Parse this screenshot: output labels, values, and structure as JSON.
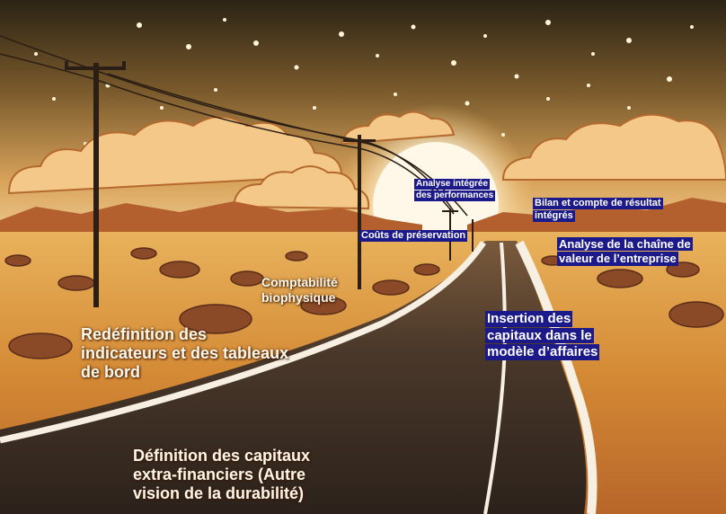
{
  "labels": {
    "redefinition": [
      "Redéfinition des",
      "indicateurs et des tableaux",
      "de bord"
    ],
    "definition_capitaux": [
      "Définition des capitaux",
      "extra-financiers (Autre",
      "vision de la durabilité)"
    ],
    "comptabilite": [
      "Comptabilité",
      "biophysique"
    ],
    "couts": [
      "Coûts de préservation"
    ],
    "analyse_integree": [
      "Analyse intégrée",
      "des performances"
    ],
    "bilan": [
      "Bilan et compte de résultat",
      "intégrés"
    ],
    "chaine_valeur": [
      "Analyse de la chaîne de",
      "valeur de l’entreprise"
    ],
    "insertion": [
      "Insertion des",
      "capitaux dans le",
      "modèle d’affaires"
    ]
  },
  "colors": {
    "sky_top": "#2e2616",
    "sky_mid": "#8a6530",
    "sky_horizon": "#f5d79b",
    "sun": "#fff6e2",
    "cloud": "#f4cc8e",
    "mountain": "#b9622e",
    "ground": "#d9963f",
    "road": "#3a2d22",
    "road_line": "#f6efe2",
    "label_dark_bg": "#1c1a8a"
  }
}
